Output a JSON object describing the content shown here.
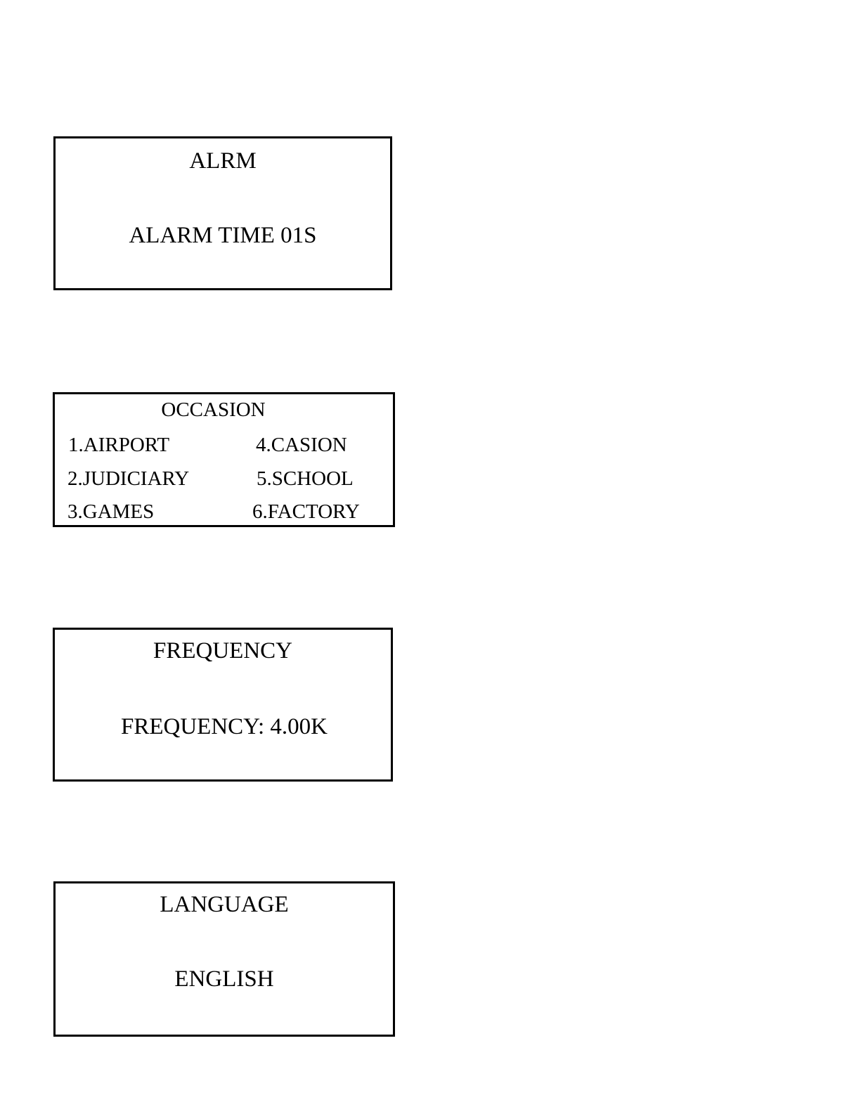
{
  "alarm_screen": {
    "title": "ALRM",
    "value": "ALARM TIME 01S"
  },
  "occasion_screen": {
    "title": "OCCASION",
    "items": [
      "1.AIRPORT",
      "2.JUDICIARY",
      "3.GAMES",
      "4.CASION",
      "5.SCHOOL",
      "6.FACTORY"
    ]
  },
  "frequency_screen": {
    "title": "FREQUENCY",
    "value": "FREQUENCY: 4.00K"
  },
  "language_screen": {
    "title": "LANGUAGE",
    "value": "ENGLISH"
  }
}
